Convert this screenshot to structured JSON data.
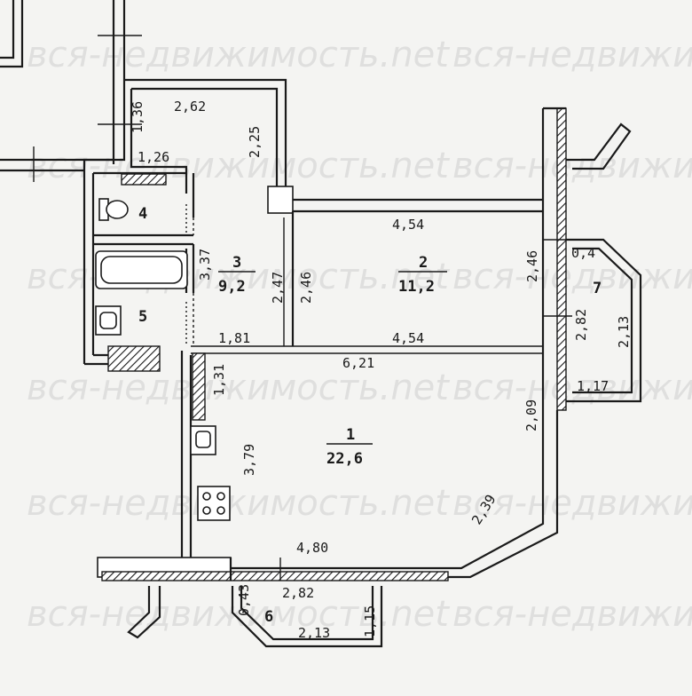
{
  "watermark": "вся-недвижимость.net",
  "rooms": [
    {
      "id": "1",
      "number": "1",
      "area": "22,6"
    },
    {
      "id": "2",
      "number": "2",
      "area": "11,2"
    },
    {
      "id": "3",
      "number": "3",
      "area": "9,2"
    },
    {
      "id": "4",
      "number": "4"
    },
    {
      "id": "5",
      "number": "5"
    },
    {
      "id": "6",
      "number": "6"
    },
    {
      "id": "7",
      "number": "7"
    }
  ],
  "dimensions": {
    "d_2_62": "2,62",
    "d_1_36": "1,36",
    "d_2_25": "2,25",
    "d_1_26": "1,26",
    "d_4_54_top": "4,54",
    "d_3_37": "3,37",
    "d_2_47": "2,47",
    "d_2_46_mid": "2,46",
    "d_2_46_right": "2,46",
    "d_0_4": "0,4",
    "d_2_82_balcony7": "2,82",
    "d_2_13_balcony7": "2,13",
    "d_1_17": "1,17",
    "d_1_81": "1,81",
    "d_4_54_bottom": "4,54",
    "d_6_21": "6,21",
    "d_1_31": "1,31",
    "d_2_09": "2,09",
    "d_3_79": "3,79",
    "d_2_39": "2,39",
    "d_4_80": "4,80",
    "d_0_43": "0,43",
    "d_2_82_balcony6": "2,82",
    "d_1_15": "1,15",
    "d_2_13_balcony6": "2,13"
  }
}
